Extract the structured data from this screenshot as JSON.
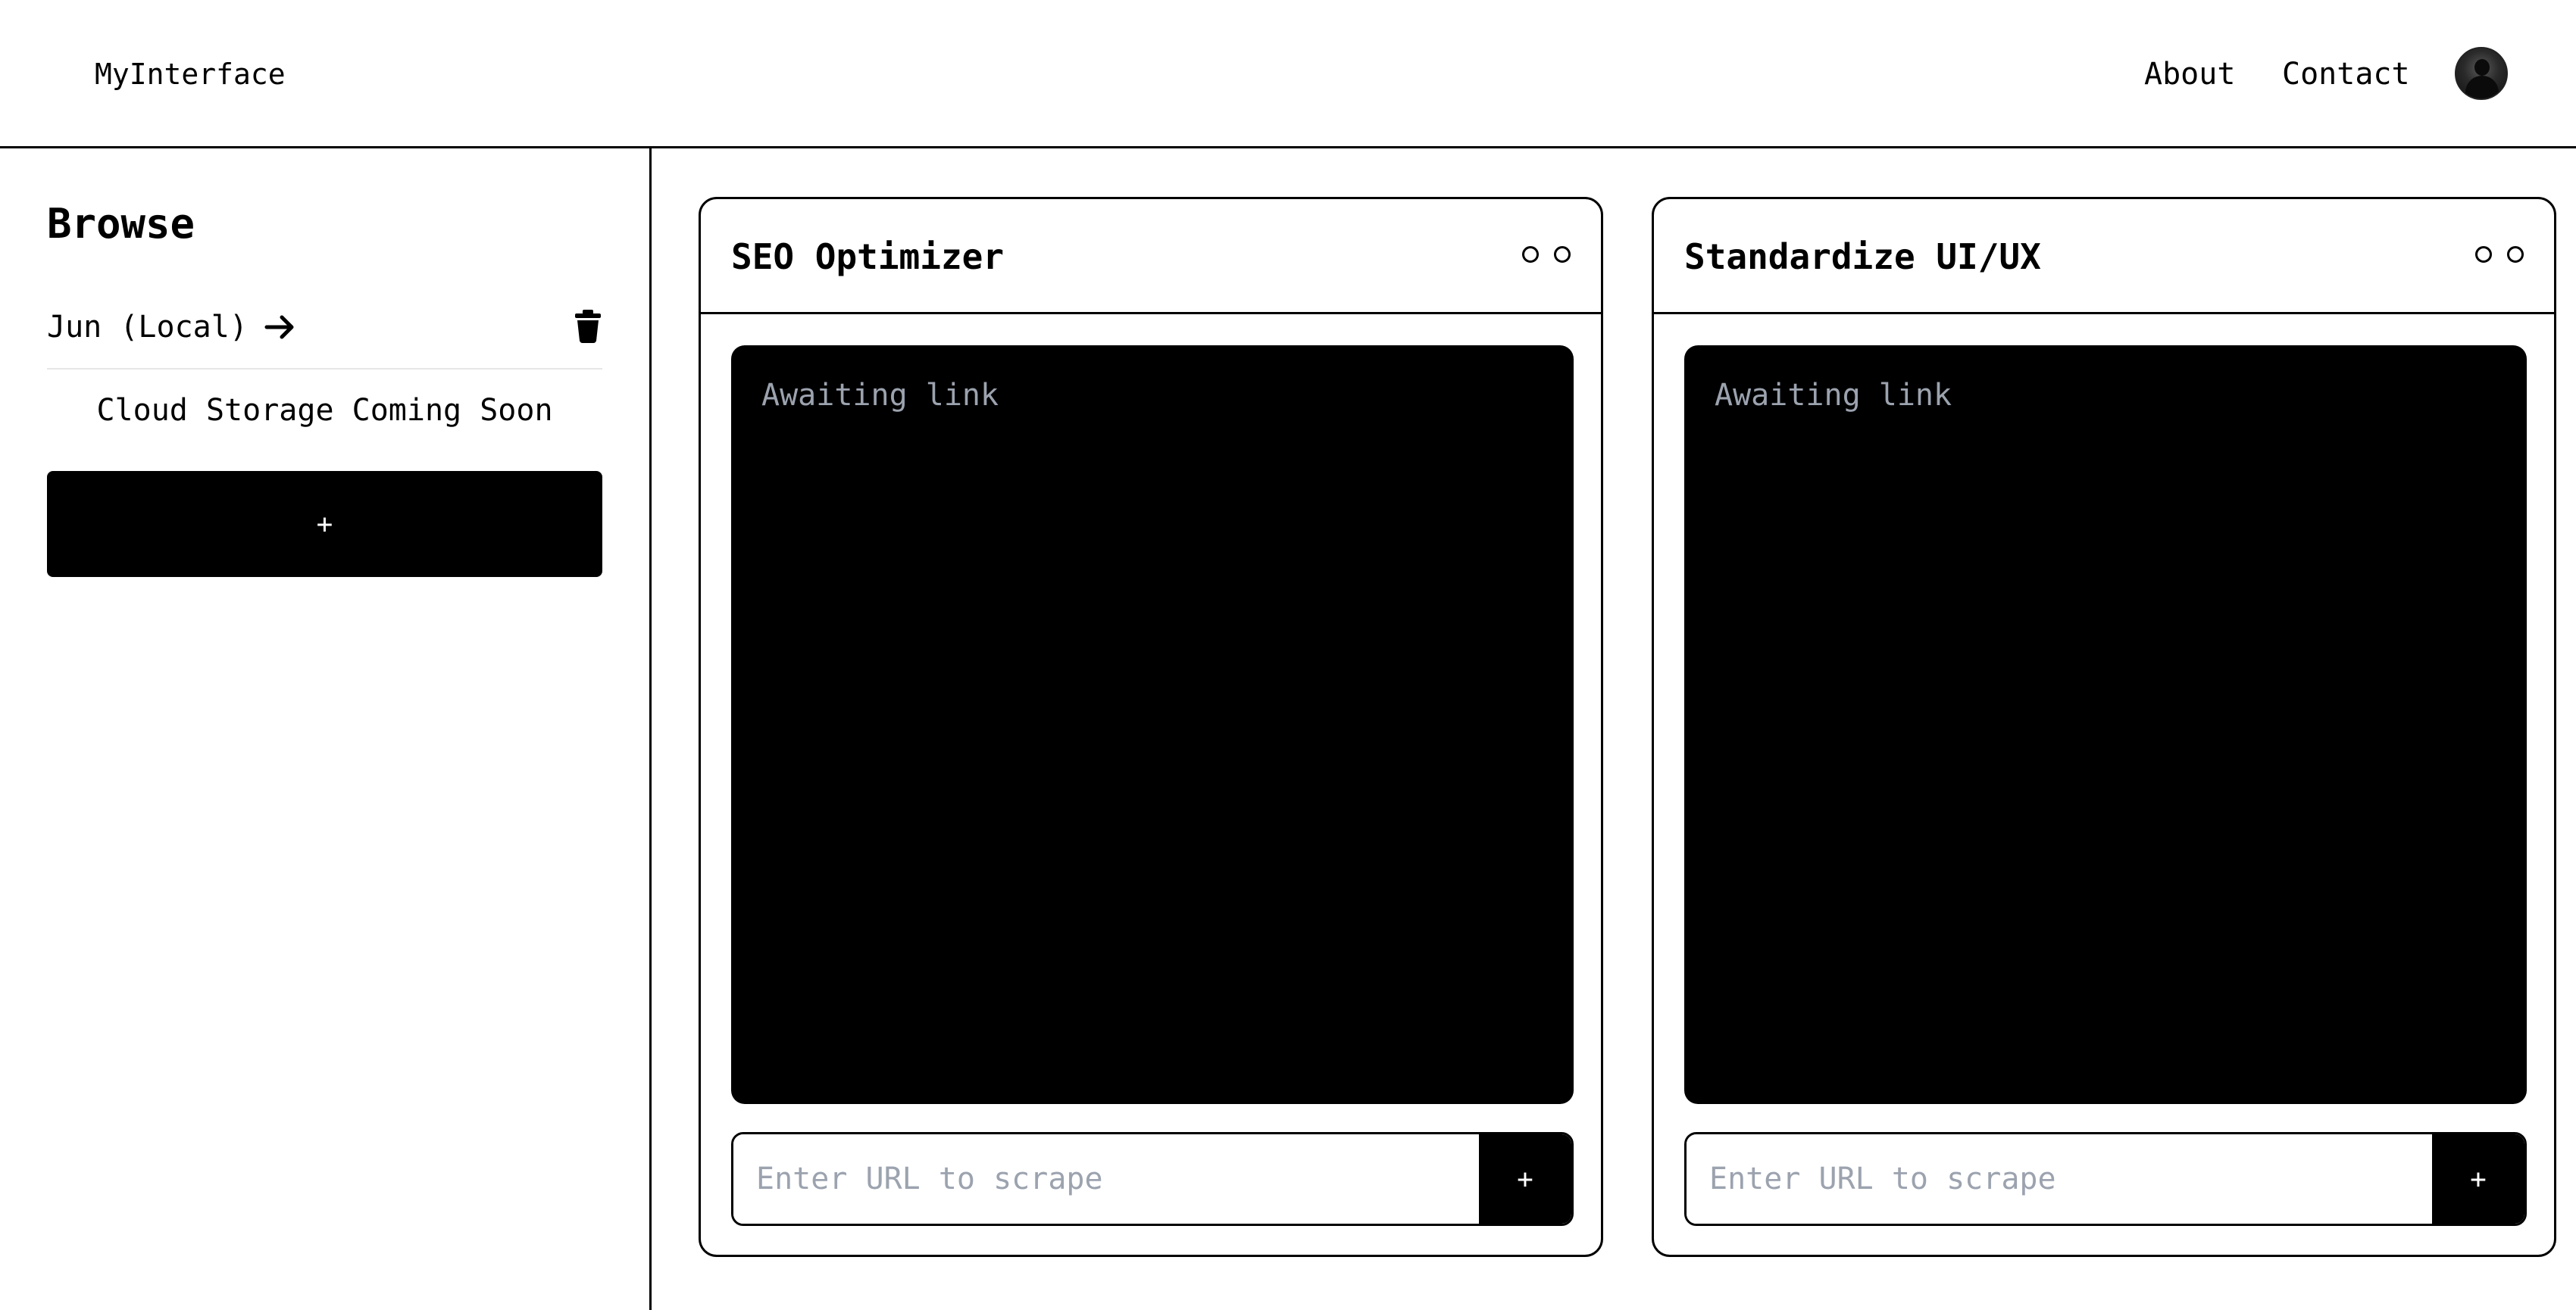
{
  "header": {
    "brand": "MyInterface",
    "nav": {
      "about": "About",
      "contact": "Contact"
    },
    "avatar_icon": "user-avatar"
  },
  "sidebar": {
    "title": "Browse",
    "sessions": [
      {
        "label": "Jun (Local)",
        "open_icon": "arrow-right-icon",
        "delete_icon": "trash-icon"
      }
    ],
    "cloud_note": "Cloud Storage Coming Soon",
    "add_label": "+"
  },
  "cards": [
    {
      "title": "SEO Optimizer",
      "output_text": "Awaiting link",
      "input_placeholder": "Enter URL to scrape",
      "input_value": "",
      "submit_label": "+"
    },
    {
      "title": "Standardize UI/UX",
      "output_text": "Awaiting link",
      "input_placeholder": "Enter URL to scrape",
      "input_value": "",
      "submit_label": "+"
    }
  ],
  "colors": {
    "primary": "#000000",
    "background": "#ffffff",
    "muted_text": "#9ca3af",
    "divider": "#e6e6e6"
  }
}
